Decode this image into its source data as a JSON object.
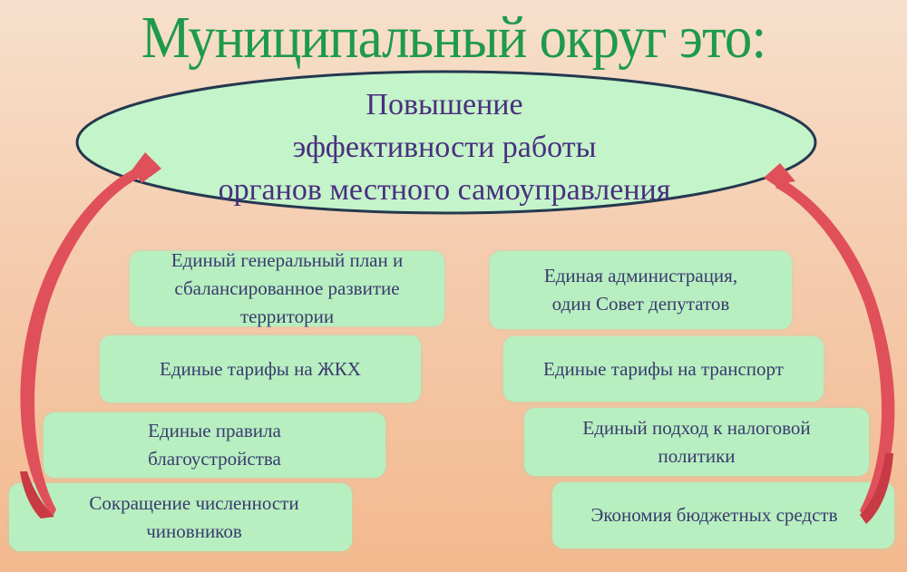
{
  "title": "Муниципальный округ это:",
  "center": {
    "line1": "Повышение",
    "line2": "эффективности работы",
    "line3": "органов местного самоуправления"
  },
  "left_items": [
    {
      "label": "Единый генеральный план и\nсбалансированное  развитие\nтерритории"
    },
    {
      "label": "Единые тарифы на ЖКХ"
    },
    {
      "label": "Единые правила\nблагоустройства"
    },
    {
      "label": "Сокращение численности\nчиновников"
    }
  ],
  "right_items": [
    {
      "label": "Единая администрация,\nодин Совет депутатов"
    },
    {
      "label": "Единые тарифы на транспорт"
    },
    {
      "label": "Единый подход к налоговой\nполитики"
    },
    {
      "label": "Экономия бюджетных средств"
    }
  ],
  "colors": {
    "title": "#1e9a4b",
    "center_text": "#4a2f80",
    "box_fill": "#b7efc0",
    "box_text": "#3b3a6e",
    "arrow": "#e0505a",
    "ellipse_stroke": "#24384f",
    "ellipse_fill": "#c4f4c9"
  }
}
